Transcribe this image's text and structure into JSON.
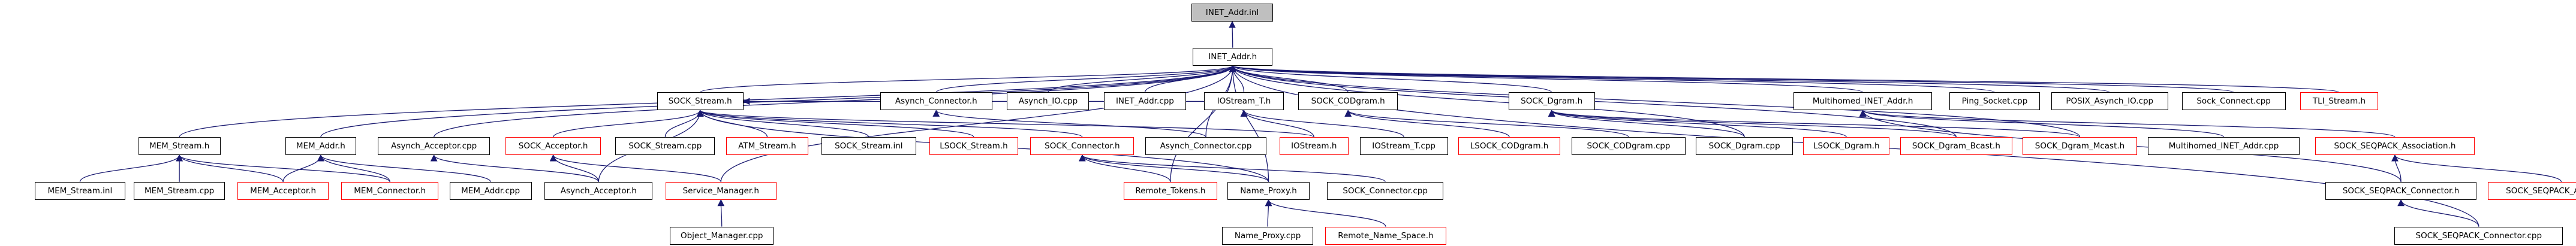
{
  "graph": {
    "root": "INET_Addr.inl",
    "colors": {
      "node_border": "#000000",
      "missing_border": "#ff0000",
      "root_fill": "#bfbfbf",
      "edge": "#191970"
    },
    "nodes": [
      {
        "id": "inet_addr_inl",
        "label": "INET_Addr.inl",
        "root": true
      },
      {
        "id": "inet_addr_h",
        "label": "INET_Addr.h"
      },
      {
        "id": "sock_stream_h",
        "label": "SOCK_Stream.h"
      },
      {
        "id": "asynch_connector_h",
        "label": "Asynch_Connector.h"
      },
      {
        "id": "asynch_io_cpp",
        "label": "Asynch_IO.cpp"
      },
      {
        "id": "inet_addr_cpp",
        "label": "INET_Addr.cpp"
      },
      {
        "id": "iostream_t_h",
        "label": "IOStream_T.h"
      },
      {
        "id": "sock_codgram_h",
        "label": "SOCK_CODgram.h"
      },
      {
        "id": "sock_dgram_h",
        "label": "SOCK_Dgram.h"
      },
      {
        "id": "multihomed_inet_addr_h",
        "label": "Multihomed_INET_Addr.h"
      },
      {
        "id": "ping_socket_cpp",
        "label": "Ping_Socket.cpp"
      },
      {
        "id": "posix_asynch_io_cpp",
        "label": "POSIX_Asynch_IO.cpp"
      },
      {
        "id": "sock_connect_cpp",
        "label": "Sock_Connect.cpp"
      },
      {
        "id": "tli_stream_h",
        "label": "TLI_Stream.h",
        "missing": true
      },
      {
        "id": "mem_stream_h",
        "label": "MEM_Stream.h"
      },
      {
        "id": "mem_addr_h",
        "label": "MEM_Addr.h"
      },
      {
        "id": "asynch_acceptor_cpp",
        "label": "Asynch_Acceptor.cpp"
      },
      {
        "id": "sock_acceptor_h",
        "label": "SOCK_Acceptor.h",
        "missing": true
      },
      {
        "id": "sock_stream_cpp",
        "label": "SOCK_Stream.cpp"
      },
      {
        "id": "atm_stream_h",
        "label": "ATM_Stream.h",
        "missing": true
      },
      {
        "id": "sock_stream_inl",
        "label": "SOCK_Stream.inl"
      },
      {
        "id": "lsock_stream_h",
        "label": "LSOCK_Stream.h",
        "missing": true
      },
      {
        "id": "sock_connector_h",
        "label": "SOCK_Connector.h",
        "missing": true
      },
      {
        "id": "asynch_connector_cpp",
        "label": "Asynch_Connector.cpp"
      },
      {
        "id": "iostream_h",
        "label": "IOStream.h",
        "missing": true
      },
      {
        "id": "iostream_t_cpp",
        "label": "IOStream_T.cpp"
      },
      {
        "id": "lsock_codgram_h",
        "label": "LSOCK_CODgram.h",
        "missing": true
      },
      {
        "id": "sock_codgram_cpp",
        "label": "SOCK_CODgram.cpp"
      },
      {
        "id": "sock_dgram_cpp",
        "label": "SOCK_Dgram.cpp"
      },
      {
        "id": "lsock_dgram_h",
        "label": "LSOCK_Dgram.h",
        "missing": true
      },
      {
        "id": "sock_dgram_bcast_h",
        "label": "SOCK_Dgram_Bcast.h",
        "missing": true
      },
      {
        "id": "sock_dgram_mcast_h",
        "label": "SOCK_Dgram_Mcast.h",
        "missing": true
      },
      {
        "id": "multihomed_inet_addr_cpp",
        "label": "Multihomed_INET_Addr.cpp"
      },
      {
        "id": "sock_seqpack_association_h",
        "label": "SOCK_SEQPACK_Association.h",
        "missing": true
      },
      {
        "id": "mem_stream_inl",
        "label": "MEM_Stream.inl"
      },
      {
        "id": "mem_stream_cpp",
        "label": "MEM_Stream.cpp"
      },
      {
        "id": "mem_acceptor_h",
        "label": "MEM_Acceptor.h",
        "missing": true
      },
      {
        "id": "mem_connector_h",
        "label": "MEM_Connector.h",
        "missing": true
      },
      {
        "id": "mem_addr_cpp",
        "label": "MEM_Addr.cpp"
      },
      {
        "id": "asynch_acceptor_h",
        "label": "Asynch_Acceptor.h"
      },
      {
        "id": "service_manager_h",
        "label": "Service_Manager.h",
        "missing": true
      },
      {
        "id": "remote_tokens_h",
        "label": "Remote_Tokens.h",
        "missing": true
      },
      {
        "id": "name_proxy_h",
        "label": "Name_Proxy.h"
      },
      {
        "id": "sock_connector_cpp",
        "label": "SOCK_Connector.cpp"
      },
      {
        "id": "sock_seqpack_connector_h",
        "label": "SOCK_SEQPACK_Connector.h"
      },
      {
        "id": "sock_seqpack_acceptor_h",
        "label": "SOCK_SEQPACK_Acceptor.h",
        "missing": true
      },
      {
        "id": "object_manager_cpp",
        "label": "Object_Manager.cpp"
      },
      {
        "id": "name_proxy_cpp",
        "label": "Name_Proxy.cpp"
      },
      {
        "id": "remote_name_space_h",
        "label": "Remote_Name_Space.h",
        "missing": true
      },
      {
        "id": "sock_seqpack_connector_cpp",
        "label": "SOCK_SEQPACK_Connector.cpp"
      }
    ],
    "edges": [
      [
        "inet_addr_h",
        "inet_addr_inl"
      ],
      [
        "sock_stream_h",
        "inet_addr_h"
      ],
      [
        "asynch_connector_h",
        "inet_addr_h"
      ],
      [
        "asynch_io_cpp",
        "inet_addr_h"
      ],
      [
        "inet_addr_cpp",
        "inet_addr_h"
      ],
      [
        "iostream_t_h",
        "inet_addr_h"
      ],
      [
        "sock_codgram_h",
        "inet_addr_h"
      ],
      [
        "sock_dgram_h",
        "inet_addr_h"
      ],
      [
        "multihomed_inet_addr_h",
        "inet_addr_h"
      ],
      [
        "ping_socket_cpp",
        "inet_addr_h"
      ],
      [
        "posix_asynch_io_cpp",
        "inet_addr_h"
      ],
      [
        "sock_connect_cpp",
        "inet_addr_h"
      ],
      [
        "tli_stream_h",
        "inet_addr_h"
      ],
      [
        "mem_stream_h",
        "inet_addr_h"
      ],
      [
        "mem_addr_h",
        "inet_addr_h"
      ],
      [
        "asynch_acceptor_cpp",
        "inet_addr_h"
      ],
      [
        "asynch_connector_cpp",
        "inet_addr_h"
      ],
      [
        "remote_tokens_h",
        "inet_addr_h"
      ],
      [
        "name_proxy_h",
        "inet_addr_h"
      ],
      [
        "service_manager_h",
        "inet_addr_h"
      ],
      [
        "sock_dgram_cpp",
        "inet_addr_h"
      ],
      [
        "sock_dgram_bcast_h",
        "inet_addr_h"
      ],
      [
        "sock_dgram_mcast_h",
        "inet_addr_h"
      ],
      [
        "sock_seqpack_connector_cpp",
        "inet_addr_h"
      ],
      [
        "sock_acceptor_h",
        "sock_stream_h"
      ],
      [
        "sock_stream_cpp",
        "sock_stream_h"
      ],
      [
        "atm_stream_h",
        "sock_stream_h"
      ],
      [
        "sock_stream_inl",
        "sock_stream_h"
      ],
      [
        "lsock_stream_h",
        "sock_stream_h"
      ],
      [
        "sock_connector_h",
        "sock_stream_h"
      ],
      [
        "asynch_acceptor_h",
        "sock_stream_h"
      ],
      [
        "iostream_h",
        "sock_stream_h"
      ],
      [
        "iostream_t_h",
        "sock_stream_h"
      ],
      [
        "name_proxy_h",
        "sock_stream_h"
      ],
      [
        "asynch_connector_cpp",
        "asynch_connector_h"
      ],
      [
        "iostream_h",
        "iostream_t_h"
      ],
      [
        "iostream_t_cpp",
        "iostream_t_h"
      ],
      [
        "lsock_codgram_h",
        "sock_codgram_h"
      ],
      [
        "sock_codgram_cpp",
        "sock_codgram_h"
      ],
      [
        "sock_dgram_cpp",
        "sock_dgram_h"
      ],
      [
        "lsock_dgram_h",
        "sock_dgram_h"
      ],
      [
        "sock_dgram_bcast_h",
        "sock_dgram_h"
      ],
      [
        "sock_dgram_mcast_h",
        "sock_dgram_h"
      ],
      [
        "multihomed_inet_addr_cpp",
        "multihomed_inet_addr_h"
      ],
      [
        "sock_seqpack_association_h",
        "multihomed_inet_addr_h"
      ],
      [
        "sock_seqpack_connector_h",
        "multihomed_inet_addr_h"
      ],
      [
        "mem_stream_inl",
        "mem_stream_h"
      ],
      [
        "mem_stream_cpp",
        "mem_stream_h"
      ],
      [
        "mem_acceptor_h",
        "mem_stream_h"
      ],
      [
        "mem_connector_h",
        "mem_stream_h"
      ],
      [
        "mem_acceptor_h",
        "mem_addr_h"
      ],
      [
        "mem_connector_h",
        "mem_addr_h"
      ],
      [
        "mem_addr_cpp",
        "mem_addr_h"
      ],
      [
        "asynch_acceptor_h",
        "asynch_acceptor_cpp"
      ],
      [
        "asynch_acceptor_h",
        "sock_acceptor_h"
      ],
      [
        "service_manager_h",
        "sock_acceptor_h"
      ],
      [
        "remote_tokens_h",
        "sock_connector_h"
      ],
      [
        "name_proxy_h",
        "sock_connector_h"
      ],
      [
        "sock_connector_cpp",
        "sock_connector_h"
      ],
      [
        "object_manager_cpp",
        "service_manager_h"
      ],
      [
        "name_proxy_cpp",
        "name_proxy_h"
      ],
      [
        "remote_name_space_h",
        "name_proxy_h"
      ],
      [
        "sock_seqpack_connector_h",
        "sock_seqpack_association_h"
      ],
      [
        "sock_seqpack_acceptor_h",
        "sock_seqpack_association_h"
      ],
      [
        "sock_seqpack_connector_cpp",
        "sock_seqpack_connector_h"
      ]
    ]
  }
}
